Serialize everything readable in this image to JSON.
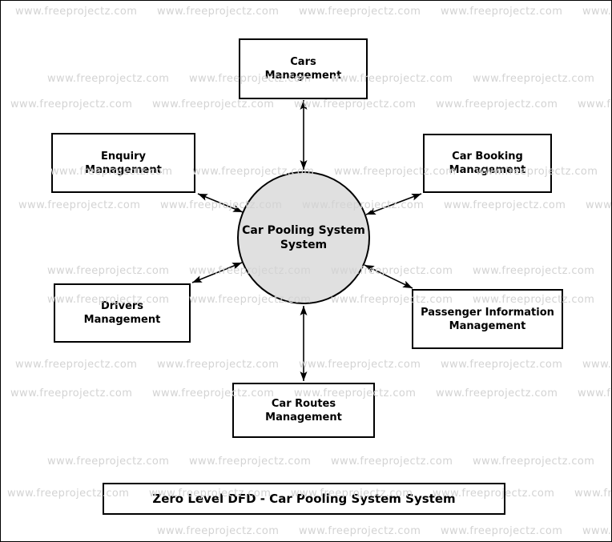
{
  "watermark": {
    "text": "www.freeprojectz.com",
    "color": "#d3d3d3"
  },
  "diagram": {
    "center_process": {
      "label_line1": "Car Pooling System",
      "label_line2": "System",
      "fill": "#e0e0e0"
    },
    "entities": [
      {
        "id": "cars-management",
        "label_line1": "Cars",
        "label_line2": "Management"
      },
      {
        "id": "enquiry-management",
        "label_line1": "Enquiry",
        "label_line2": "Management"
      },
      {
        "id": "car-booking-management",
        "label_line1": "Car Booking",
        "label_line2": "Management"
      },
      {
        "id": "drivers-management",
        "label_line1": "Drivers",
        "label_line2": "Management"
      },
      {
        "id": "passenger-information-management",
        "label_line1": "Passenger Information",
        "label_line2": "Management"
      },
      {
        "id": "car-routes-management",
        "label_line1": "Car Routes",
        "label_line2": "Management"
      }
    ],
    "title": "Zero Level DFD - Car Pooling System System",
    "line_color": "#000000"
  }
}
